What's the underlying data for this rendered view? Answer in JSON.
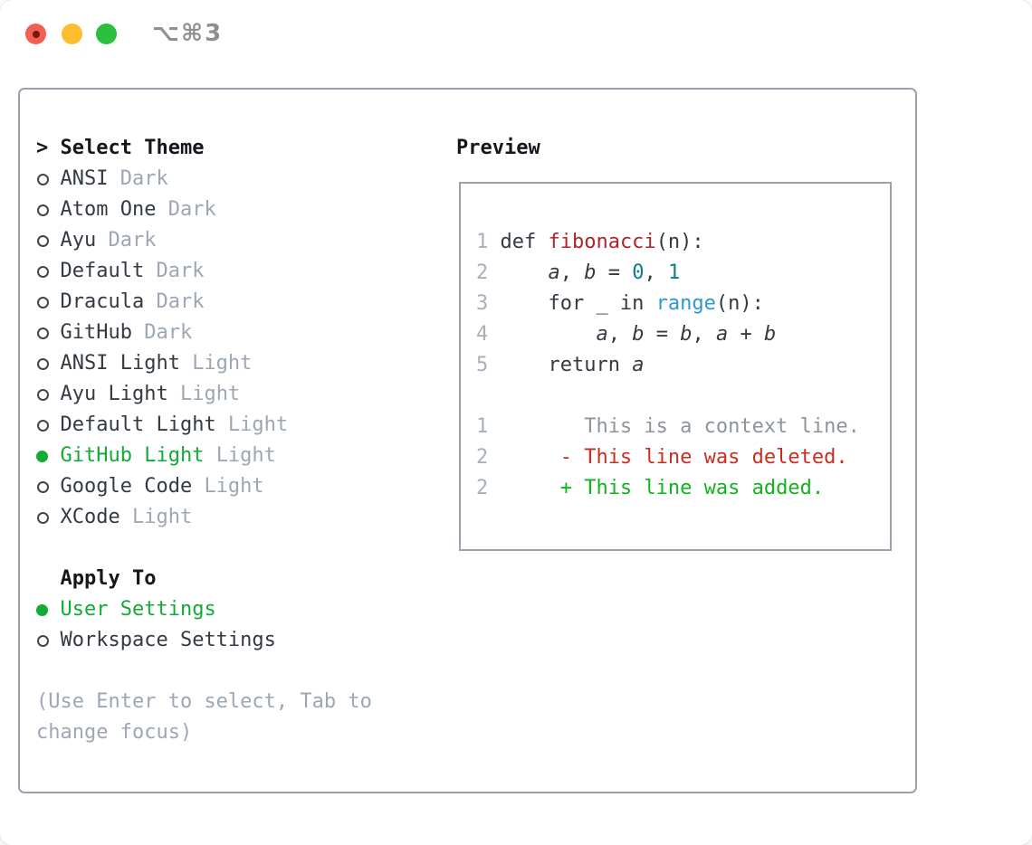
{
  "window": {
    "title": "⌥⌘3",
    "traffic_lights": [
      "close",
      "minimize",
      "zoom"
    ]
  },
  "colors": {
    "accent_green": "#13ab35",
    "tag_gray": "#9da7b3",
    "text_dark": "#333a42",
    "header_black": "#14171b",
    "border_gray": "#99a2ac",
    "line_number_gray": "#a7b0ba",
    "function_red": "#b0242a",
    "number_teal": "#0d7e8b",
    "builtin_blue": "#2b97d8",
    "context_gray": "#8d949c",
    "deleted_red": "#cb2d20",
    "added_green": "#12b31f"
  },
  "theme_panel": {
    "prompt": ">",
    "title": "Select Theme",
    "themes": [
      {
        "name": "ANSI",
        "tag": "Dark",
        "selected": false
      },
      {
        "name": "Atom One",
        "tag": "Dark",
        "selected": false
      },
      {
        "name": "Ayu",
        "tag": "Dark",
        "selected": false
      },
      {
        "name": "Default",
        "tag": "Dark",
        "selected": false
      },
      {
        "name": "Dracula",
        "tag": "Dark",
        "selected": false
      },
      {
        "name": "GitHub",
        "tag": "Dark",
        "selected": false
      },
      {
        "name": "ANSI Light",
        "tag": "Light",
        "selected": false
      },
      {
        "name": "Ayu Light",
        "tag": "Light",
        "selected": false
      },
      {
        "name": "Default Light",
        "tag": "Light",
        "selected": false
      },
      {
        "name": "GitHub Light",
        "tag": "Light",
        "selected": true
      },
      {
        "name": "Google Code",
        "tag": "Light",
        "selected": false
      },
      {
        "name": "XCode",
        "tag": "Light",
        "selected": false
      }
    ],
    "apply_to": {
      "label": "Apply To",
      "options": [
        {
          "name": "User Settings",
          "selected": true
        },
        {
          "name": "Workspace Settings",
          "selected": false
        }
      ]
    },
    "hint_lines": [
      "(Use Enter to select, Tab to",
      "change focus)"
    ]
  },
  "preview": {
    "label": "Preview",
    "lines": [
      {
        "kind": "code",
        "num": "1",
        "segs": [
          {
            "t": "def ",
            "c": "d"
          },
          {
            "t": "fibonacci",
            "c": "fn"
          },
          {
            "t": "(n):",
            "c": "d"
          }
        ]
      },
      {
        "kind": "code",
        "num": "2",
        "segs": [
          {
            "t": "    ",
            "c": "d"
          },
          {
            "t": "a",
            "c": "it"
          },
          {
            "t": ", ",
            "c": "d"
          },
          {
            "t": "b",
            "c": "it"
          },
          {
            "t": " = ",
            "c": "d"
          },
          {
            "t": "0",
            "c": "teal"
          },
          {
            "t": ", ",
            "c": "d"
          },
          {
            "t": "1",
            "c": "teal"
          }
        ]
      },
      {
        "kind": "code",
        "num": "3",
        "segs": [
          {
            "t": "    for _ in ",
            "c": "d"
          },
          {
            "t": "range",
            "c": "blue"
          },
          {
            "t": "(n):",
            "c": "d"
          }
        ]
      },
      {
        "kind": "code",
        "num": "4",
        "segs": [
          {
            "t": "        ",
            "c": "d"
          },
          {
            "t": "a",
            "c": "it"
          },
          {
            "t": ", ",
            "c": "d"
          },
          {
            "t": "b",
            "c": "it"
          },
          {
            "t": " = ",
            "c": "d"
          },
          {
            "t": "b",
            "c": "it"
          },
          {
            "t": ", ",
            "c": "d"
          },
          {
            "t": "a",
            "c": "it"
          },
          {
            "t": " + ",
            "c": "d"
          },
          {
            "t": "b",
            "c": "it"
          }
        ]
      },
      {
        "kind": "code",
        "num": "5",
        "segs": [
          {
            "t": "    return ",
            "c": "d"
          },
          {
            "t": "a",
            "c": "it"
          }
        ]
      },
      {
        "kind": "blank",
        "num": "",
        "segs": []
      },
      {
        "kind": "context",
        "num": "1",
        "segs": [
          {
            "t": "       This is a context line.",
            "c": "ctx"
          }
        ]
      },
      {
        "kind": "deleted",
        "num": "2",
        "segs": [
          {
            "t": "     - This line was deleted.",
            "c": "del"
          }
        ]
      },
      {
        "kind": "added",
        "num": "2",
        "segs": [
          {
            "t": "     + This line was added.",
            "c": "add"
          }
        ]
      }
    ]
  }
}
